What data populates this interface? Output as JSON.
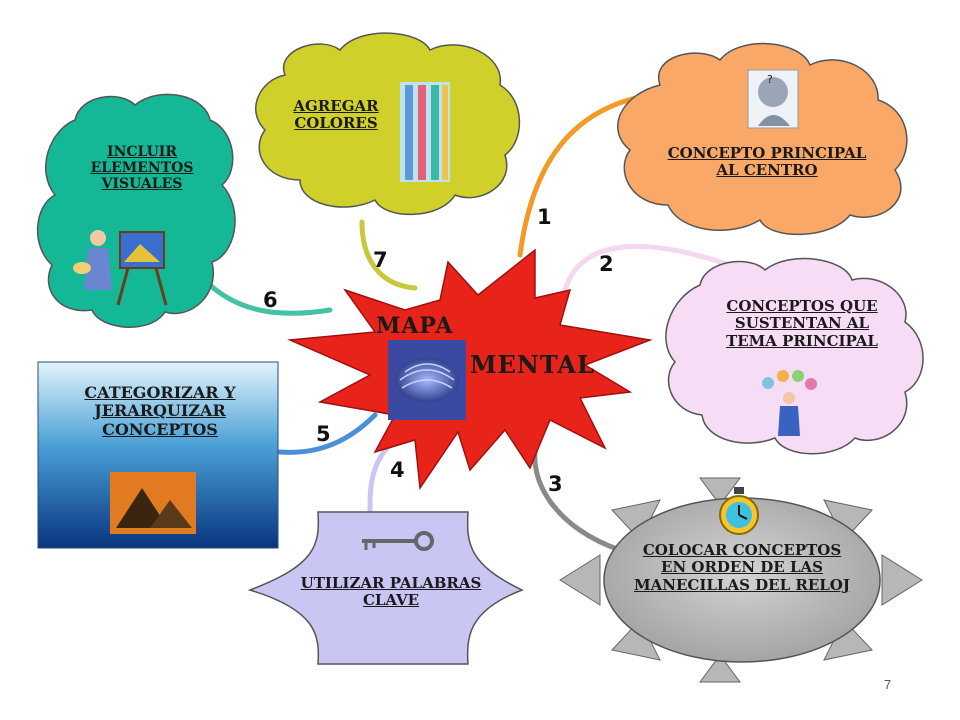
{
  "center": {
    "line1": "MAPA",
    "line2": "MENTAL"
  },
  "nodes": {
    "concept_center": {
      "number": "1",
      "label": "CONCEPTO PRINCIPAL\nAL CENTRO"
    },
    "support": {
      "number": "2",
      "label": "CONCEPTOS QUE\nSUSTENTAN AL\nTEMA PRINCIPAL"
    },
    "clock": {
      "number": "3",
      "label": "COLOCAR CONCEPTOS\nEN ORDEN DE LAS\nMANECILLAS DEL RELOJ"
    },
    "keywords": {
      "number": "4",
      "label": "UTILIZAR PALABRAS\nCLAVE"
    },
    "categorize": {
      "number": "5",
      "label": "CATEGORIZAR Y\nJERARQUIZAR\nCONCEPTOS"
    },
    "visual": {
      "number": "6",
      "label": "INCLUIR\nELEMENTOS\nVISUALES"
    },
    "colors": {
      "number": "7",
      "label": "AGREGAR\nCOLORES"
    }
  },
  "colors": {
    "star": "#e8231a",
    "concept_center": "#f9a868",
    "support": "#f6dcf4",
    "clock": "#b7b7b7",
    "keywords": "#c9c6f3",
    "categorize_top": "#d6eef9",
    "categorize_bottom": "#0b3f8e",
    "visual": "#14b896",
    "colors_cloud": "#cfd02a"
  },
  "page_number": "7"
}
